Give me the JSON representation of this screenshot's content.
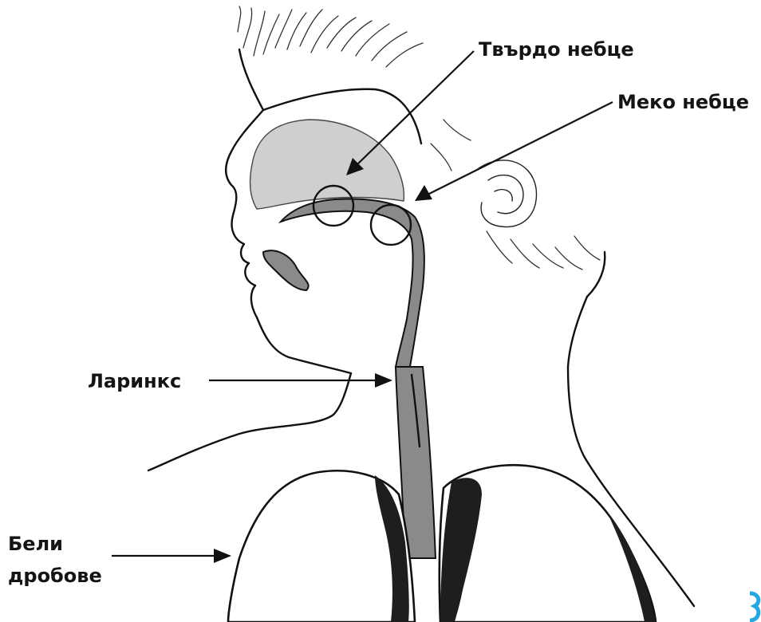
{
  "labels": {
    "hard_palate": "Твърдо небце",
    "soft_palate": "Меко небце",
    "larynx": "Ларинкс",
    "lungs_line1": "Бели",
    "lungs_line2": "дробове"
  },
  "colors": {
    "text": "#141414",
    "line": "#111111",
    "corner_mark": "#29a8e0"
  },
  "icons": [
    "hard-palate-circle-marker",
    "soft-palate-circle-marker",
    "arrow"
  ]
}
